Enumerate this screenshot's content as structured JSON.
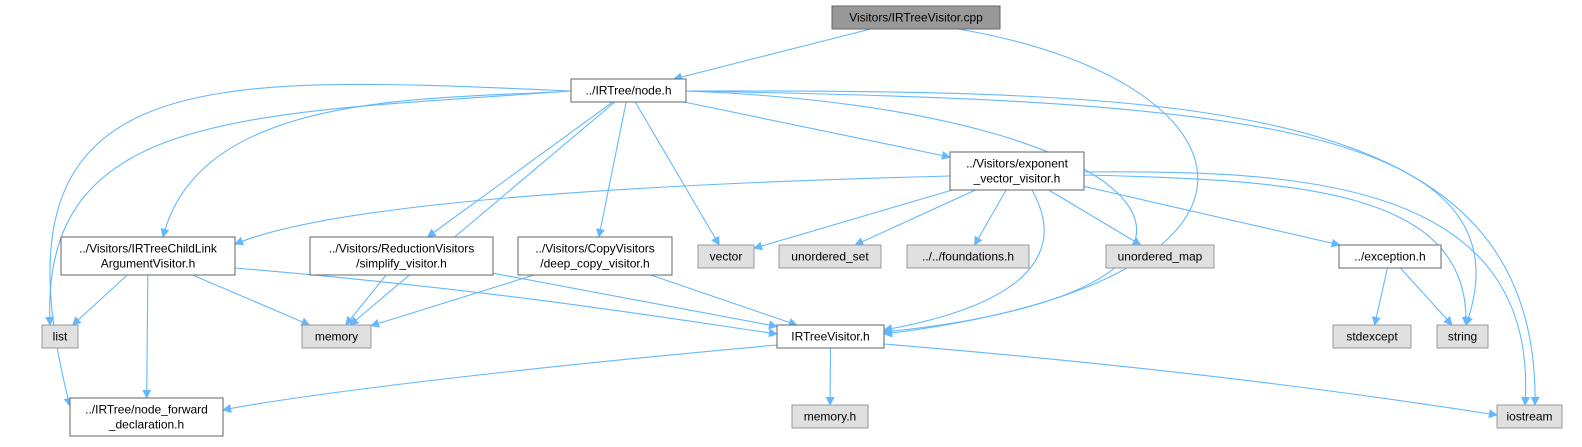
{
  "colors": {
    "root_fill": "#999999",
    "root_stroke": "#666666",
    "project_fill": "#ffffff",
    "project_stroke": "#666666",
    "system_fill": "#e0e0e0",
    "system_stroke": "#999999",
    "edge": "#63b8ff"
  },
  "nodes": {
    "root": {
      "lines": [
        "Visitors/IRTreeVisitor.cpp"
      ],
      "kind": "root"
    },
    "node_h": {
      "lines": [
        "../IRTree/node.h"
      ],
      "kind": "project"
    },
    "exponent": {
      "lines": [
        "../Visitors/exponent",
        "_vector_visitor.h"
      ],
      "kind": "project"
    },
    "childlink": {
      "lines": [
        "../Visitors/IRTreeChildLink",
        "ArgumentVisitor.h"
      ],
      "kind": "project"
    },
    "simplify": {
      "lines": [
        "../Visitors/ReductionVisitors",
        "/simplify_visitor.h"
      ],
      "kind": "project"
    },
    "deepcopy": {
      "lines": [
        "../Visitors/CopyVisitors",
        "/deep_copy_visitor.h"
      ],
      "kind": "project"
    },
    "vector": {
      "lines": [
        "vector"
      ],
      "kind": "system"
    },
    "unordered_set": {
      "lines": [
        "unordered_set"
      ],
      "kind": "system"
    },
    "foundations": {
      "lines": [
        "../../foundations.h"
      ],
      "kind": "system"
    },
    "unordered_map": {
      "lines": [
        "unordered_map"
      ],
      "kind": "system"
    },
    "exception": {
      "lines": [
        "../exception.h"
      ],
      "kind": "project"
    },
    "list": {
      "lines": [
        "list"
      ],
      "kind": "system"
    },
    "memory": {
      "lines": [
        "memory"
      ],
      "kind": "system"
    },
    "irtreevisitor": {
      "lines": [
        "IRTreeVisitor.h"
      ],
      "kind": "project"
    },
    "stdexcept": {
      "lines": [
        "stdexcept"
      ],
      "kind": "system"
    },
    "string": {
      "lines": [
        "string"
      ],
      "kind": "system"
    },
    "forward": {
      "lines": [
        "../IRTree/node_forward",
        "_declaration.h"
      ],
      "kind": "project"
    },
    "memory_h": {
      "lines": [
        "memory.h"
      ],
      "kind": "system"
    },
    "iostream": {
      "lines": [
        "iostream"
      ],
      "kind": "system"
    }
  },
  "edges": [
    [
      "root",
      "node_h"
    ],
    [
      "root",
      "irtreevisitor"
    ],
    [
      "node_h",
      "exponent"
    ],
    [
      "node_h",
      "childlink"
    ],
    [
      "node_h",
      "simplify"
    ],
    [
      "node_h",
      "deepcopy"
    ],
    [
      "node_h",
      "vector"
    ],
    [
      "node_h",
      "list"
    ],
    [
      "node_h",
      "memory"
    ],
    [
      "node_h",
      "irtreevisitor"
    ],
    [
      "node_h",
      "string"
    ],
    [
      "node_h",
      "iostream"
    ],
    [
      "node_h",
      "forward"
    ],
    [
      "exponent",
      "childlink"
    ],
    [
      "exponent",
      "vector"
    ],
    [
      "exponent",
      "unordered_set"
    ],
    [
      "exponent",
      "foundations"
    ],
    [
      "exponent",
      "unordered_map"
    ],
    [
      "exponent",
      "exception"
    ],
    [
      "exponent",
      "irtreevisitor"
    ],
    [
      "exponent",
      "string"
    ],
    [
      "exponent",
      "iostream"
    ],
    [
      "childlink",
      "list"
    ],
    [
      "childlink",
      "memory"
    ],
    [
      "childlink",
      "irtreevisitor"
    ],
    [
      "childlink",
      "forward"
    ],
    [
      "simplify",
      "memory"
    ],
    [
      "simplify",
      "irtreevisitor"
    ],
    [
      "deepcopy",
      "memory"
    ],
    [
      "deepcopy",
      "irtreevisitor"
    ],
    [
      "exception",
      "stdexcept"
    ],
    [
      "exception",
      "string"
    ],
    [
      "irtreevisitor",
      "forward"
    ],
    [
      "irtreevisitor",
      "memory_h"
    ],
    [
      "irtreevisitor",
      "iostream"
    ]
  ]
}
